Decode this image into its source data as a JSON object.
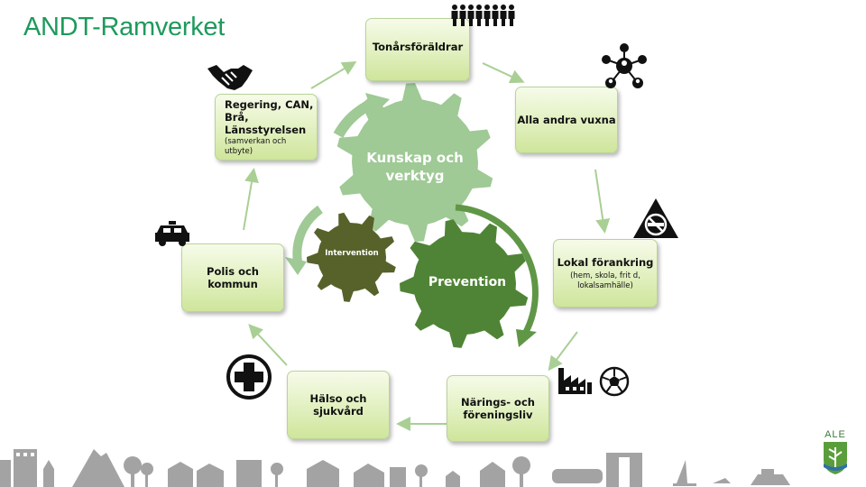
{
  "slide": {
    "title": "ANDT-Ramverket",
    "logo_text": "ALE"
  },
  "gears": {
    "large": "Kunskap och\nverktyg",
    "medium": "Prevention",
    "small": "Intervention"
  },
  "boxes": {
    "tonarsforaldrar": {
      "title": "Tonårsföräldrar"
    },
    "alla_andra_vuxna": {
      "title": "Alla andra vuxna"
    },
    "lokal_forankring": {
      "title": "Lokal förankring",
      "sub": "(hem, skola, frit d,\nlokalsamhälle)"
    },
    "narings_foreningsliv": {
      "title": "Närings- och\nföreningsliv"
    },
    "halso_sjukvard": {
      "title": "Hälso  och\nsjukvård"
    },
    "polis_kommun": {
      "title": "Polis och\nkommun"
    },
    "regering": {
      "title": "Regering, CAN,\nBrå, Länsstyrelsen",
      "sub": "(samverkan och utbyte)"
    }
  },
  "colors": {
    "title": "#1e9a5c",
    "gear_light": "#9fc995",
    "gear_medium": "#4f8436",
    "gear_dark": "#56622a",
    "arrow": "#a9cf95",
    "box_border": "#b9d39a",
    "skyline": "#9b9b9b"
  },
  "icons": [
    "people-group-icon",
    "network-icon",
    "no-smoking-icon",
    "factory-icon",
    "football-icon",
    "medical-cross-icon",
    "car-icon",
    "handshake-icon"
  ]
}
